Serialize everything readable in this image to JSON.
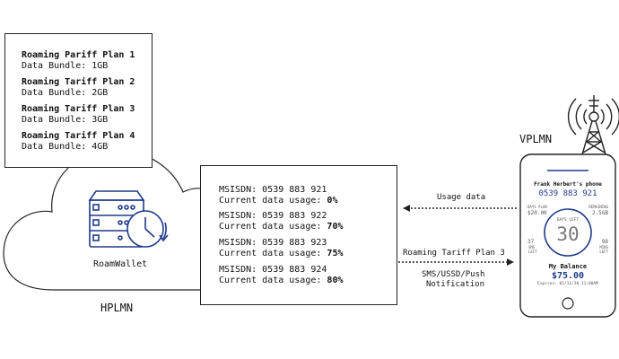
{
  "plans": [
    {
      "name": "Roaming Pariff Plan 1",
      "bundle": "Data Bundle: 1GB"
    },
    {
      "name": "Roaming Tariff Plan 2",
      "bundle": "Data Bundle: 2GB"
    },
    {
      "name": "Roaming Tariff Plan 3",
      "bundle": "Data Bundle: 3GB"
    },
    {
      "name": "Roaming Tariff Plan 4",
      "bundle": "Data Bundle: 4GB"
    }
  ],
  "subscribers": [
    {
      "msisdn": "MSISDN: 0539 883 921",
      "usage_label": "Current data usage:",
      "usage": "0%",
      "usage_value": 0,
      "gauge_color": "#22c55e"
    },
    {
      "msisdn": "MSISDN: 0539 883 922",
      "usage_label": "Current data usage:",
      "usage": "70%",
      "usage_value": 70,
      "gauge_color": "#f97316"
    },
    {
      "msisdn": "MSISDN: 0539 883 923",
      "usage_label": "Current data usage:",
      "usage": "75%",
      "usage_value": 75,
      "gauge_color": "#f97316"
    },
    {
      "msisdn": "MSISDN: 0539 883 924",
      "usage_label": "Current data usage:",
      "usage": "80%",
      "usage_value": 80,
      "gauge_color": "#e11d48"
    }
  ],
  "server_label": "RoamWallet",
  "hplmn_label": "HPLMN",
  "vplmn_label": "VPLMN",
  "arrows": {
    "usage_data": "Usage data",
    "plan": "Roaming Tariff Plan 3",
    "notification_line1": "SMS/USSD/Push",
    "notification_line2": "Notification"
  },
  "phone": {
    "owner": "Frank Herbert's phone",
    "number": "0539 883 921",
    "left_top_label": "DAYS PLAN",
    "left_top_value": "$20.00",
    "right_top_label": "REMAINING",
    "right_top_value": "2.5GB",
    "days_left_label": "DAYS LEFT",
    "days_left": "30",
    "left_bottom_value": "37",
    "left_bottom_label1": "SMS",
    "left_bottom_label2": "LEFT",
    "right_bottom_value": "98",
    "right_bottom_label1": "MINS",
    "right_bottom_label2": "LEFT",
    "balance_label": "My Balance",
    "balance": "$75.00",
    "expires": "Expires: 01/11/20 11:00AM"
  },
  "colors": {
    "accent": "#1e3a8a",
    "line": "#222222"
  }
}
